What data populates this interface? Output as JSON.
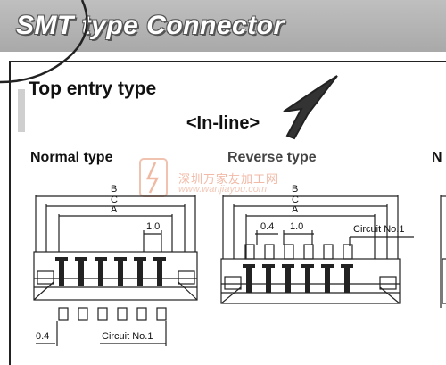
{
  "banner": {
    "title": "SMT type Connector"
  },
  "section": {
    "title": "Top entry type",
    "subtitle": "<In-line>"
  },
  "columns": [
    {
      "label": "Normal type"
    },
    {
      "label": "Reverse type"
    },
    {
      "label": "N"
    }
  ],
  "watermark": {
    "chinese": "深圳万家友加工网",
    "url": "www.wanjiayou.com"
  },
  "normal_drawing": {
    "dim_b": "B",
    "dim_c": "C",
    "dim_a": "A",
    "pitch": "1.0",
    "offset": "0.4",
    "circuit": "Circuit No.1"
  },
  "reverse_drawing": {
    "dim_b": "B",
    "dim_c": "C",
    "dim_a": "A",
    "pitch": "1.0",
    "offset": "0.4",
    "circuit": "Circuit No.1"
  }
}
